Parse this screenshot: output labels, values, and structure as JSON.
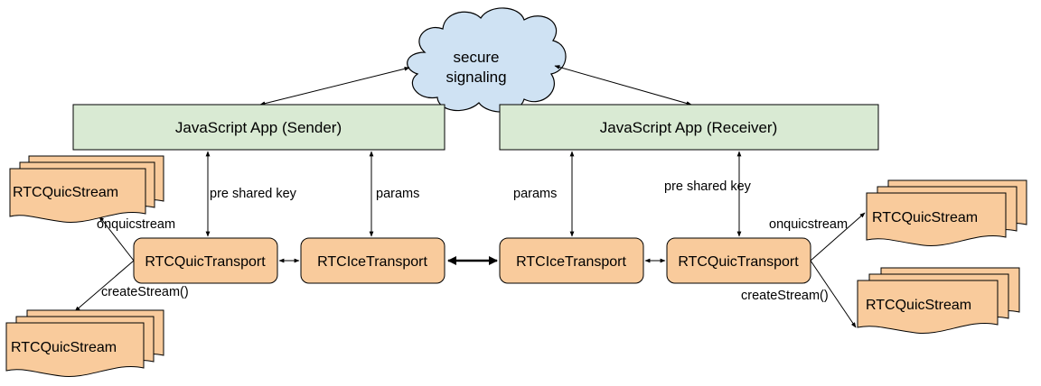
{
  "signaling": {
    "line1": "secure",
    "line2": "signaling"
  },
  "sender": {
    "app": "JavaScript App (Sender)",
    "quic": "RTCQuicTransport",
    "ice": "RTCIceTransport",
    "stream_top": "RTCQuicStream",
    "stream_bottom": "RTCQuicStream",
    "key_label": "pre shared key",
    "params_label": "params",
    "onstream_label": "onquicstream",
    "create_label": "createStream()"
  },
  "receiver": {
    "app": "JavaScript App (Receiver)",
    "quic": "RTCQuicTransport",
    "ice": "RTCIceTransport",
    "stream_top": "RTCQuicStream",
    "stream_bottom": "RTCQuicStream",
    "key_label": "pre shared key",
    "params_label": "params",
    "onstream_label": "onquicstream",
    "create_label": "createStream()"
  },
  "colors": {
    "app_fill": "#d9ead3",
    "node_fill": "#f9cb9c",
    "cloud_fill": "#cfe2f3",
    "stroke": "#000000"
  }
}
